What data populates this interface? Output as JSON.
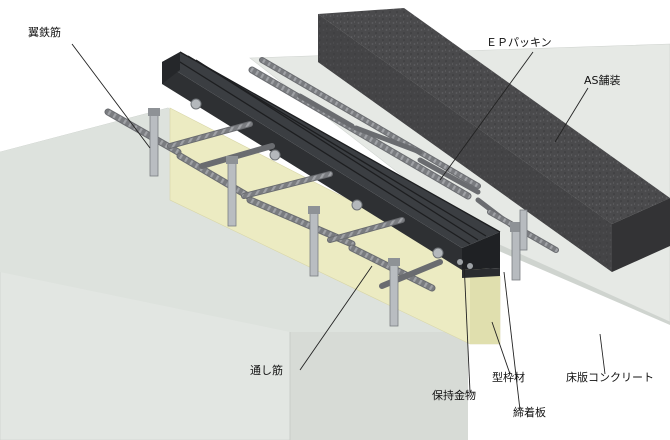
{
  "labels": {
    "wing_rebar": "翼鉄筋",
    "ep_packing": "ＥＰパッキン",
    "as_pavement": "AS舗装",
    "through_rebar": "通し筋",
    "formwork": "型枠材",
    "floor_slab": "床版コンクリート",
    "holding_hardware": "保持金物",
    "clamping_plate": "締着板"
  },
  "colors": {
    "concrete": "#dfe3df",
    "asphalt": "#4a4a4c",
    "rubber": "#2e3033",
    "formwork": "#ecebc2",
    "rebar": "#7e8085",
    "bolt": "#b4b8bc",
    "leader": "#222222"
  }
}
